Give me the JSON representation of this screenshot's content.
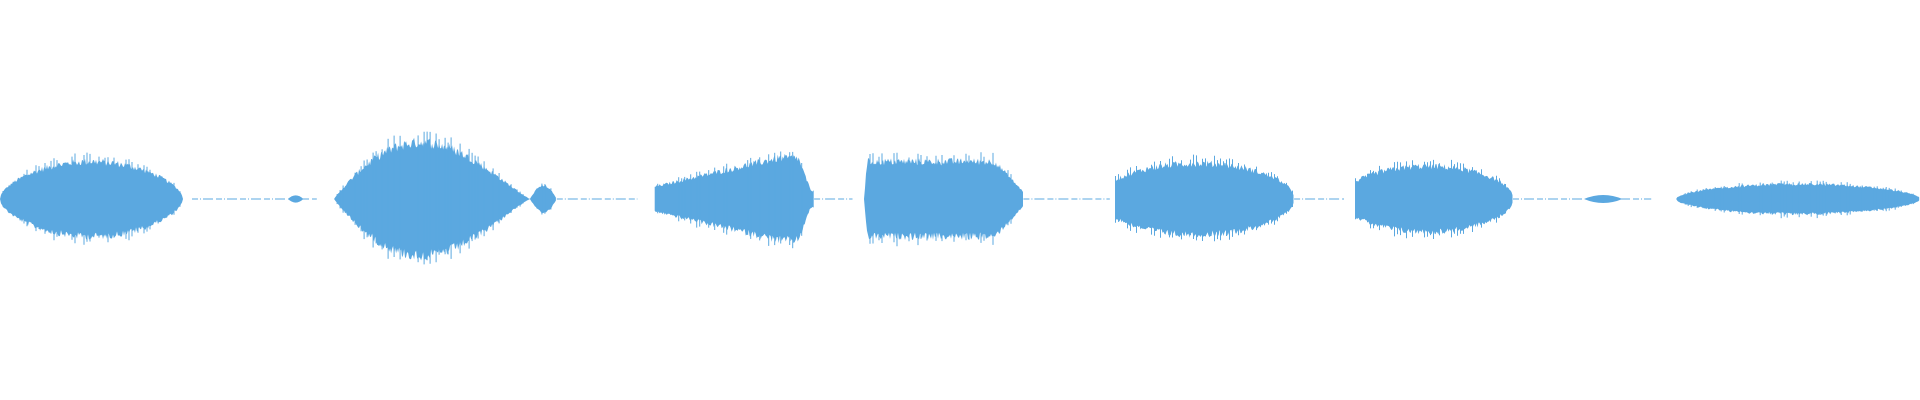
{
  "waveform": {
    "color": "#5ba8e0",
    "background": "#ffffff",
    "segments": [
      {
        "kind": "tone",
        "start": 0.0,
        "end": 0.1,
        "peak": 0.205,
        "shape": "swell"
      },
      {
        "kind": "blip",
        "start": 0.15,
        "end": 0.158,
        "peak": 0.018
      },
      {
        "kind": "tone",
        "start": 0.174,
        "end": 0.276,
        "peak": 0.31,
        "shape": "diamond"
      },
      {
        "kind": "tone",
        "start": 0.276,
        "end": 0.29,
        "peak": 0.075,
        "shape": "bump"
      },
      {
        "kind": "tone",
        "start": 0.341,
        "end": 0.424,
        "peak": 0.225,
        "shape": "ramp"
      },
      {
        "kind": "tone",
        "start": 0.45,
        "end": 0.533,
        "peak": 0.205,
        "shape": "block"
      },
      {
        "kind": "tone",
        "start": 0.581,
        "end": 0.674,
        "peak": 0.195,
        "shape": "arch"
      },
      {
        "kind": "tone",
        "start": 0.706,
        "end": 0.788,
        "peak": 0.18,
        "shape": "arch"
      },
      {
        "kind": "blip",
        "start": 0.825,
        "end": 0.845,
        "peak": 0.02
      },
      {
        "kind": "tone",
        "start": 0.873,
        "end": 1.0,
        "peak": 0.082,
        "shape": "flat"
      }
    ],
    "noise_floor": [
      {
        "start": 0.1,
        "end": 0.165
      },
      {
        "start": 0.29,
        "end": 0.332
      },
      {
        "start": 0.424,
        "end": 0.444
      },
      {
        "start": 0.533,
        "end": 0.578
      },
      {
        "start": 0.674,
        "end": 0.7
      },
      {
        "start": 0.788,
        "end": 0.86
      }
    ]
  }
}
